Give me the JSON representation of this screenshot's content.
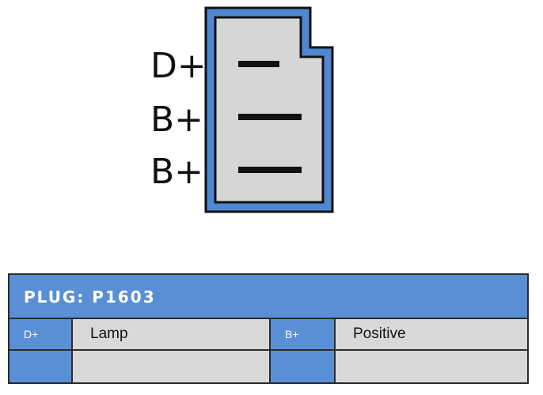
{
  "connector": {
    "pins": [
      {
        "label": "D+"
      },
      {
        "label": "B+"
      },
      {
        "label": "B+"
      }
    ],
    "colors": {
      "frame": "#4f87d3",
      "body": "#d6d6d6",
      "outline": "#111111"
    }
  },
  "plug": {
    "title": "PLUG: P1603",
    "rows": [
      [
        {
          "code": "D+",
          "desc": "Lamp"
        },
        {
          "code": "B+",
          "desc": "Positive"
        }
      ],
      [
        {
          "code": "",
          "desc": ""
        },
        {
          "code": "",
          "desc": ""
        }
      ]
    ],
    "colors": {
      "header": "#5a8fd6",
      "cell": "#d9d9d9"
    }
  }
}
